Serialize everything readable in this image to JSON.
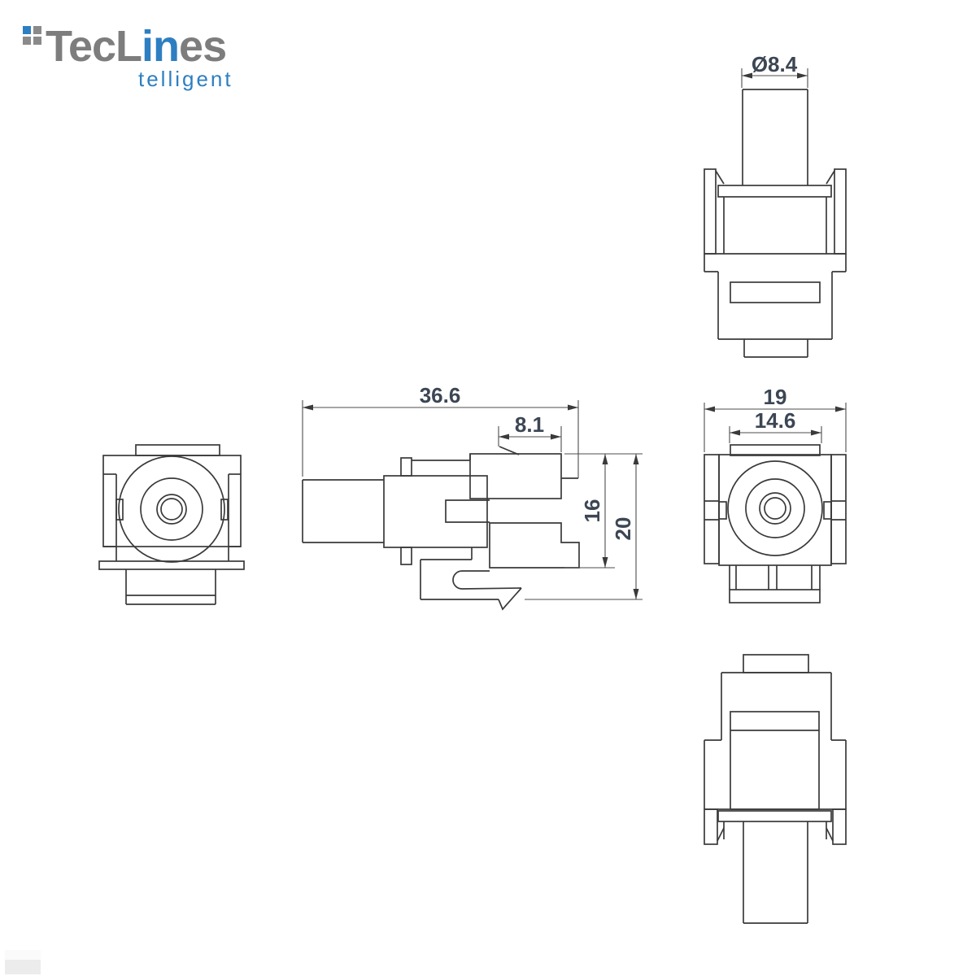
{
  "logo": {
    "brand_part_gray1": "TecL",
    "brand_part_blue": "in",
    "brand_part_gray2": "es",
    "tagline": "telligent",
    "brand_gray": "#7d7d7d",
    "brand_blue": "#2d7fc1",
    "icon_squares": [
      "#2d7fc1",
      "#8a8a8a",
      "#8a8a8a",
      "#8a8a8a"
    ]
  },
  "drawing": {
    "type": "orthographic-technical-drawing",
    "views": [
      "rear-view",
      "side-view",
      "top-view",
      "front-view",
      "bottom-view"
    ],
    "line_color": "#3a3a3a",
    "dim_color": "#3c4654",
    "dimensions": {
      "total_length": "36.6",
      "latch_length": "8.1",
      "body_height": "16",
      "total_height": "20",
      "barrel_diameter": "Ø8.4",
      "body_width": "19",
      "nose_width": "14.6"
    }
  }
}
